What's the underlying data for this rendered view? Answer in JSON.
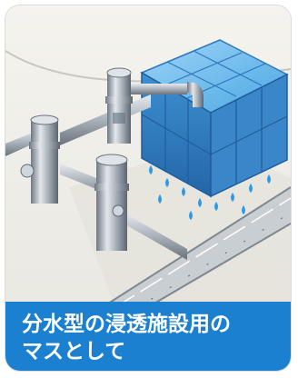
{
  "card": {
    "caption_line1": "分水型の浸透施設用の",
    "caption_line2": "マスとして"
  },
  "colors": {
    "caption_bg": "#1b80cf",
    "caption_text": "#ffffff",
    "background": "#f1f0ea",
    "box_blue": "#4aa7e4",
    "pipe_gray": "#aab0b8",
    "water_drop": "#2f9be3"
  },
  "icons": {
    "pipes": "pipe-network-illustration",
    "boxes": "infiltration-box-illustration",
    "drops": "water-drop-icon",
    "gutter": "gutter-channel-illustration"
  }
}
